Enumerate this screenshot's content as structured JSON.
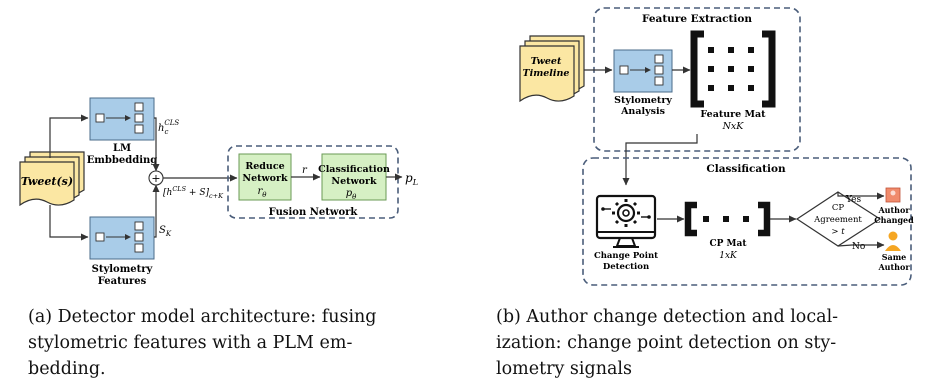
{
  "panel_a": {
    "tweet_label": "Tweet(s)",
    "lm_title": "LM",
    "lm_subtitle": "Embbedding",
    "stylo_title": "Stylometry",
    "stylo_subtitle": "Features",
    "h_label": "h",
    "h_sub": "c",
    "h_sup": "CLS",
    "s_label": "S",
    "s_sub": "K",
    "concat_label": "[h",
    "concat_sup": "CLS",
    "concat_rest": " + S]",
    "concat_sub": "c+K",
    "plus_symbol": "+",
    "fusion_label": "Fusion Network",
    "reduce_l1": "Reduce",
    "reduce_l2": "Network",
    "reduce_sym": "r",
    "reduce_sub": "θ",
    "r_label": "r",
    "class_l1": "Classification",
    "class_l2": "Network",
    "class_sym": "p",
    "class_sub": "θ",
    "out_label": "p",
    "out_sub": "L"
  },
  "panel_b": {
    "feature_title": "Feature Extraction",
    "timeline_l1": "Tweet",
    "timeline_l2": "Timeline",
    "stylo_l1": "Stylometry",
    "stylo_l2": "Analysis",
    "featmat_l1": "Feature Mat",
    "featmat_l2": "NxK",
    "class_title": "Classification",
    "cpd_l1": "Change Point",
    "cpd_l2": "Detection",
    "cpmat_l1": "CP Mat",
    "cpmat_l2": "1xK",
    "cp_l1": "CP",
    "cp_l2": "Agreement",
    "cp_l3": "> t",
    "yes_label": "Yes",
    "no_label": "No",
    "changed_l1": "Author",
    "changed_l2": "Changed",
    "same_l1": "Same",
    "same_l2": "Author"
  },
  "captions": {
    "a": "(a) Detector model architecture: fusing\nstylometric features with a PLM em-\nbedding.",
    "b": "(b) Author change detection and local-\nization: change point detection on sty-\nlometry signals"
  },
  "colors": {
    "box_blue": "#a9cce8",
    "tweet_yellow": "#fbe7a3",
    "fusion_green": "#d6f0c4",
    "dashed_border": "#4a5d7a",
    "author_red": "#f08b6c",
    "author_orange": "#f5a623"
  }
}
